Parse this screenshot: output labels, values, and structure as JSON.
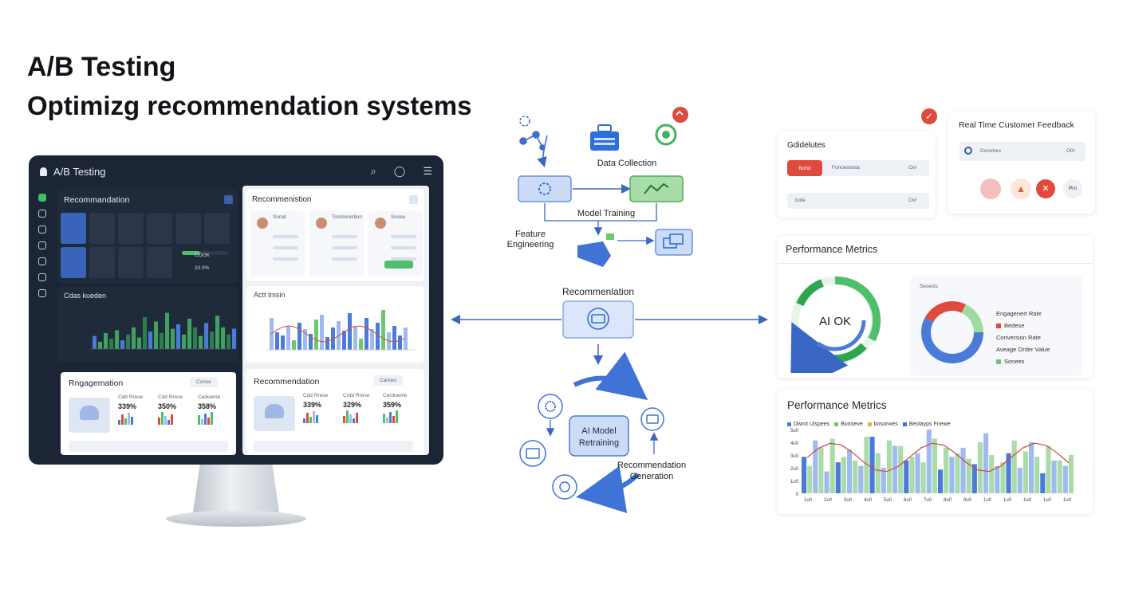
{
  "heading": {
    "title": "A/B Testing",
    "subtitle": "Optimizg recommendation systems"
  },
  "monitor": {
    "app_title": "A/B Testing",
    "sidebar_icons": [
      "grid-icon",
      "heart-icon",
      "home-icon",
      "document-icon",
      "calendar-icon",
      "clock-icon",
      "settings-icon"
    ],
    "left_top": {
      "title": "Recommandation",
      "bar_label_1": "COOK",
      "bar_label_2": "33.9%"
    },
    "left_chart": {
      "title": "Cdas kueden"
    },
    "left_engage": {
      "title": "Rngagemation",
      "button": "Conse",
      "metrics": [
        {
          "label": "Cdd Rrese",
          "value": "339%"
        },
        {
          "label": "Cdd Rrese",
          "value": "350%"
        },
        {
          "label": "Cedoeme",
          "value": "358%"
        }
      ]
    },
    "right_top": {
      "title": "Recommenistion",
      "cards": [
        "Ssnat",
        "Tosmenistion",
        "Sosee"
      ]
    },
    "right_chart": {
      "title": "Actt tmsin"
    },
    "right_rec": {
      "title": "Recommendation",
      "button": "Cameo",
      "metrics": [
        {
          "label": "Cdd Rrese",
          "value": "339%"
        },
        {
          "label": "Crdd Rrese",
          "value": "329%"
        },
        {
          "label": "Cerdoeme",
          "value": "359%"
        }
      ]
    }
  },
  "diagram": {
    "data_collection": "Data Collection",
    "model_training": "Model Training",
    "feature_engineering": "Feature\nEngineering",
    "recommendation": "Recommenlation",
    "ai_model_retraining": "AI Model\nRetraining",
    "recommendation_generation": "Recommendation\nGeneration"
  },
  "right": {
    "guidelines": {
      "title": "Gdidelutes",
      "button": "Bohd",
      "field1": "Fonoestrata",
      "field1_value": "Ovr",
      "field2": "bote",
      "field2_value": "Ovr"
    },
    "feedback": {
      "title": "Real Time Customer Feedback",
      "search": "Donohes",
      "search_value": "O0r",
      "badge": "Pro"
    },
    "metrics1": {
      "title": "Performance Metrics",
      "gauge_label": "AI OK",
      "panel_title": "Sesesls",
      "legend": [
        {
          "label": "Engagenert Rate",
          "color": ""
        },
        {
          "label": "Bedese",
          "color": "#e04a3c"
        },
        {
          "label": "Conversion Rate",
          "color": ""
        },
        {
          "label": "Aveage Order Value",
          "color": ""
        },
        {
          "label": "Sonees",
          "color": "#6cc86b"
        }
      ]
    },
    "metrics2": {
      "title": "Performance Metrics",
      "legend": [
        "Dwmt Ulspees",
        "Bonoeve",
        "bosorwes",
        "Beolayps Fnewe"
      ]
    }
  },
  "colors": {
    "navy": "#1b2535",
    "blue": "#4a7bd8",
    "green": "#4fbf6a",
    "red": "#e04a3c",
    "light_blue": "#9fbaee"
  },
  "chart_data": [
    {
      "type": "bar",
      "title": "Cdas kueden",
      "values": [
        18,
        10,
        22,
        14,
        26,
        12,
        20,
        30,
        16,
        44,
        24,
        38,
        22,
        50,
        28,
        34,
        20,
        42,
        30,
        18,
        36,
        24,
        46,
        30,
        20,
        28
      ],
      "ylabel": "",
      "xlabel": ""
    },
    {
      "type": "bar",
      "title": "Actt tmsin",
      "series": [
        {
          "name": "",
          "values": [
            40,
            22,
            18,
            30,
            12,
            34,
            26,
            20,
            38,
            44,
            16,
            28,
            36,
            24,
            46,
            30,
            14,
            40,
            26,
            34,
            50,
            22,
            30,
            18,
            28
          ]
        }
      ]
    },
    {
      "type": "bar",
      "title": "Performance Metrics",
      "series": [
        {
          "name": "Dwmt Ulspees",
          "values": [
            40,
            58,
            24,
            34,
            48,
            30,
            62,
            28,
            52,
            36,
            44,
            70,
            26,
            40,
            50,
            32,
            66,
            30,
            44,
            28,
            56,
            22,
            36,
            30
          ]
        },
        {
          "name": "Bonoeve",
          "values": [
            30,
            50,
            60,
            40,
            36,
            62,
            44,
            58,
            52,
            40,
            34,
            60,
            50,
            44,
            38,
            56,
            42,
            34,
            58,
            46,
            40,
            52,
            36,
            42
          ]
        }
      ],
      "yticks": [
        "0",
        "1u0",
        "2u0",
        "3u0",
        "4u0",
        "5u0"
      ],
      "xticks": [
        "1u0",
        "2u0",
        "3u0",
        "4u0",
        "5u0",
        "6u0",
        "7u0",
        "8u0",
        "9u0",
        "1u0",
        "1u0",
        "1u0",
        "1u0",
        "1u0"
      ]
    }
  ]
}
